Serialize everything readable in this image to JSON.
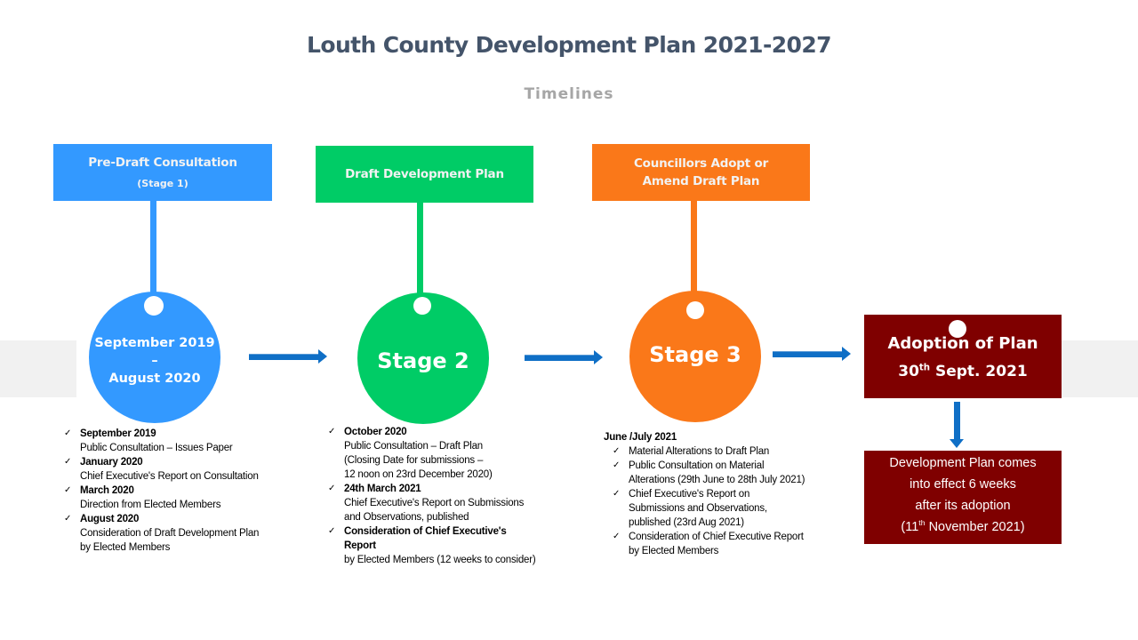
{
  "header": {
    "title": "Louth County Development Plan 2021-2027",
    "subtitle": "Timelines"
  },
  "colors": {
    "stage1": "#3399ff",
    "stage2": "#00cc66",
    "stage3": "#fa7819",
    "adoption": "#7f0000",
    "arrow": "#0f6fc6",
    "title": "#44546a",
    "subtitle": "#a6a6a6",
    "band": "#f1f1f1"
  },
  "stages": [
    {
      "header_line1": "Pre-Draft Consultation",
      "header_line2": "(Stage 1)",
      "circle_line1": "September 2019",
      "circle_line2": "–",
      "circle_line3": "August 2020",
      "items": [
        {
          "heading": "September 2019",
          "text": [
            "Public Consultation – Issues Paper"
          ]
        },
        {
          "heading": "January 2020",
          "text": [
            "Chief Executive's Report on Consultation"
          ]
        },
        {
          "heading": "March 2020",
          "text": [
            "Direction from Elected Members"
          ]
        },
        {
          "heading": "August  2020",
          "text": [
            "Consideration of Draft Development Plan",
            "by Elected Members"
          ]
        }
      ]
    },
    {
      "header_line1": "Draft Development Plan",
      "circle_label": "Stage 2",
      "items": [
        {
          "heading": "October 2020",
          "text": [
            "Public Consultation – Draft Plan",
            "(Closing Date for submissions –",
            "12 noon on 23rd December 2020)"
          ]
        },
        {
          "heading": "24th March 2021",
          "text": [
            "Chief Executive's Report on Submissions",
            "and Observations, published"
          ]
        },
        {
          "heading": "Consideration of Chief Executive's Report",
          "heading_line1": "Consideration of Chief Executive's",
          "heading_line2": "Report",
          "text": [
            "by Elected Members (12 weeks to consider)"
          ]
        }
      ]
    },
    {
      "header_line1": "Councillors Adopt or",
      "header_line2": "Amend Draft Plan",
      "circle_label": "Stage 3",
      "list_heading": "June /July 2021",
      "items": [
        {
          "text": [
            "Material Alterations to Draft Plan"
          ]
        },
        {
          "text": [
            "Public Consultation on Material",
            "Alterations (29th June to 28th July 2021)"
          ]
        },
        {
          "text": [
            "Chief Executive's Report on",
            "Submissions and Observations,",
            "published (23rd Aug 2021)"
          ]
        },
        {
          "text": [
            "Consideration of Chief Executive Report",
            "by Elected Members"
          ]
        }
      ]
    }
  ],
  "adoption": {
    "line1": "Adoption of Plan",
    "line2_day": "30",
    "line2_sup": "th",
    "line2_rest": " Sept. 2021"
  },
  "effect": {
    "line1": "Development Plan comes",
    "line2": "into effect 6 weeks",
    "line3": "after its adoption",
    "line4_pre": "(11",
    "line4_sup": "th",
    "line4_rest": " November 2021)"
  },
  "icons": {
    "check": "✓",
    "arrow_right": "arrow-right",
    "arrow_down": "arrow-down"
  }
}
